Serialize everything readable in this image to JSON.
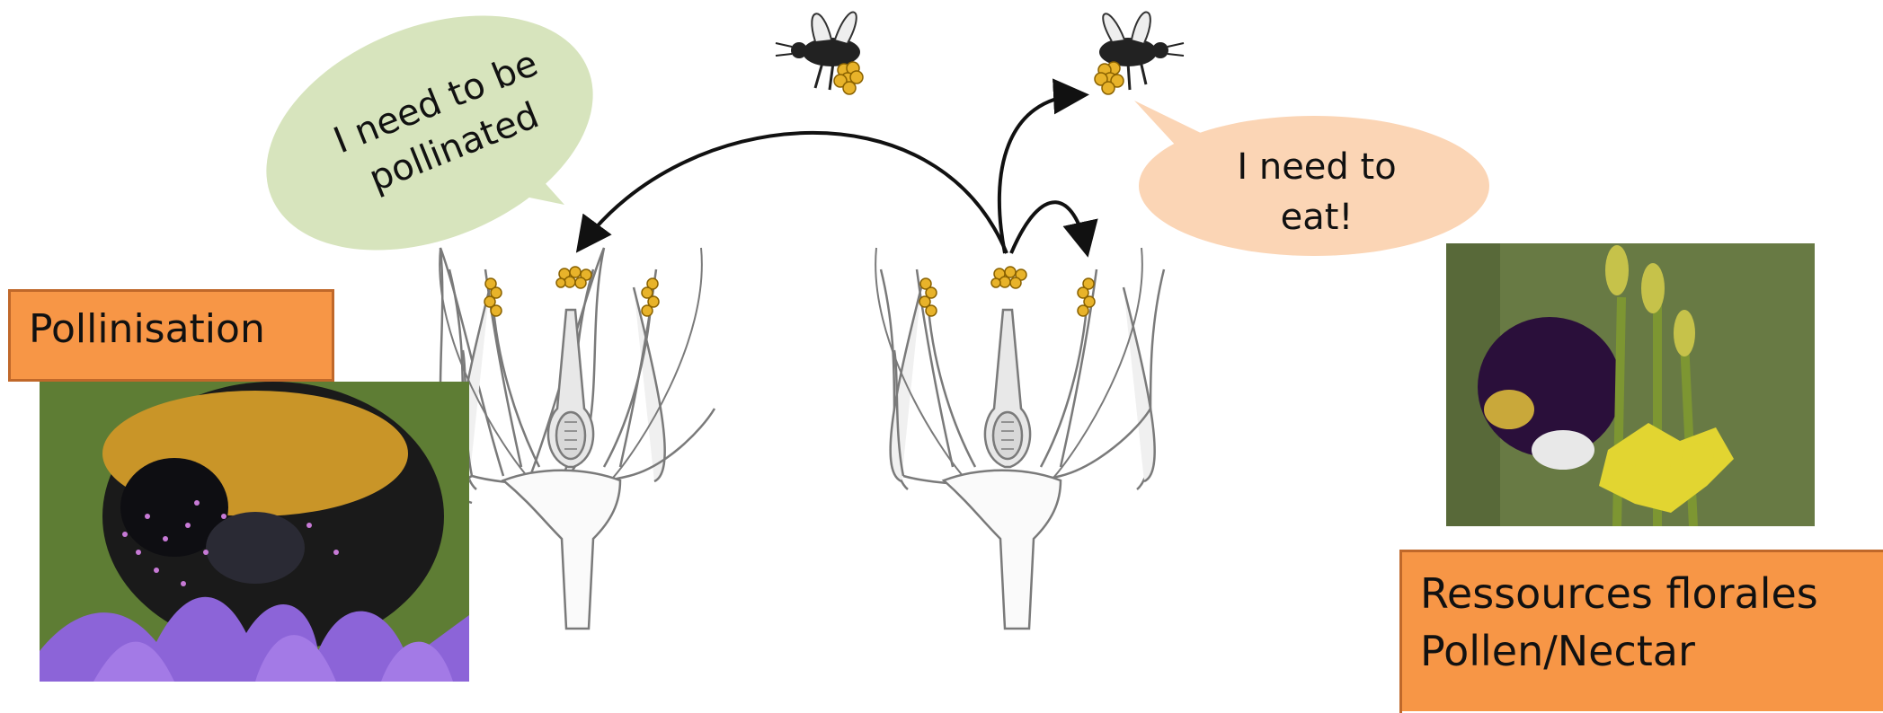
{
  "labels": {
    "pollinisation": "Pollinisation",
    "ressources_line1": "Ressources florales",
    "ressources_line2": "Pollen/Nectar"
  },
  "bubbles": {
    "left_line1": "I need to be",
    "left_line2": "pollinated",
    "right_line1": "I need to",
    "right_line2": "eat!"
  },
  "colors": {
    "label_fill": "#f79646",
    "label_border": "#c0682a",
    "bubble_left": "#d7e4bd",
    "bubble_right": "#fbd5b5",
    "pollen": "#e8b32a",
    "flower_line": "#7a7a7a"
  }
}
